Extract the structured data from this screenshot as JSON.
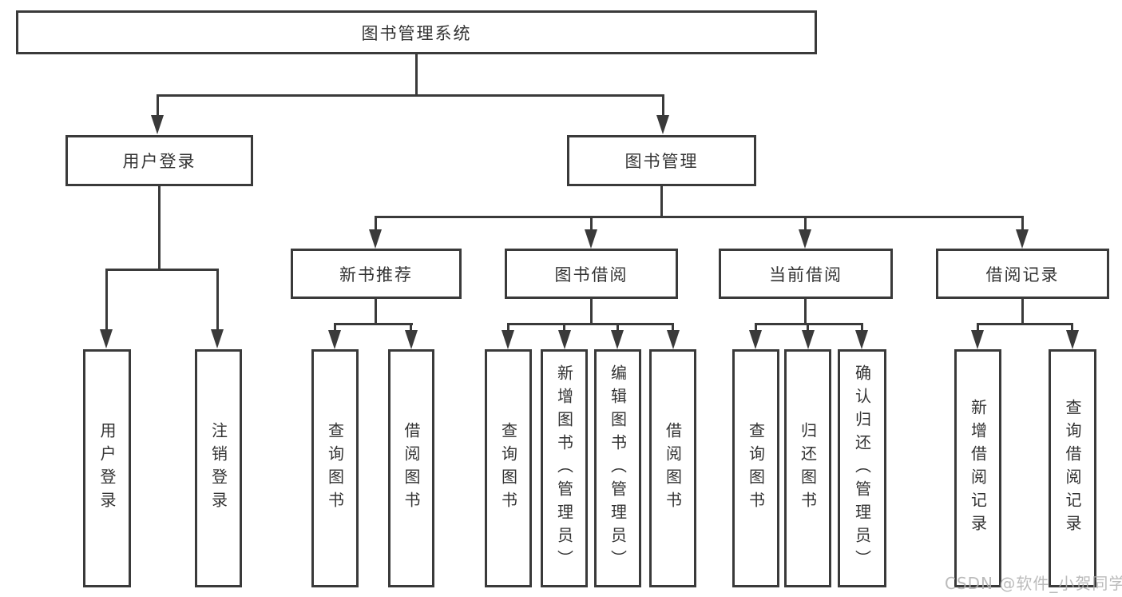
{
  "diagram": {
    "root": {
      "label": "图书管理系统"
    },
    "branches": [
      {
        "label": "用户登录",
        "children": [
          {
            "label": "用户登录"
          },
          {
            "label": "注销登录"
          }
        ]
      },
      {
        "label": "图书管理",
        "children": [
          {
            "label": "新书推荐",
            "children": [
              {
                "label": "查询图书"
              },
              {
                "label": "借阅图书"
              }
            ]
          },
          {
            "label": "图书借阅",
            "children": [
              {
                "label": "查询图书"
              },
              {
                "label": "新增图书（管理员）"
              },
              {
                "label": "编辑图书（管理员）"
              },
              {
                "label": "借阅图书"
              }
            ]
          },
          {
            "label": "当前借阅",
            "children": [
              {
                "label": "查询图书"
              },
              {
                "label": "归还图书"
              },
              {
                "label": "确认归还（管理员）"
              }
            ]
          },
          {
            "label": "借阅记录",
            "children": [
              {
                "label": "新增借阅记录"
              },
              {
                "label": "查询借阅记录"
              }
            ]
          }
        ]
      }
    ]
  },
  "watermark": {
    "text": "CSDN @软件_小贺同学"
  },
  "colors": {
    "line": "#3a3a3a",
    "text": "#333333",
    "background": "#ffffff",
    "watermark": "#afafaf"
  }
}
